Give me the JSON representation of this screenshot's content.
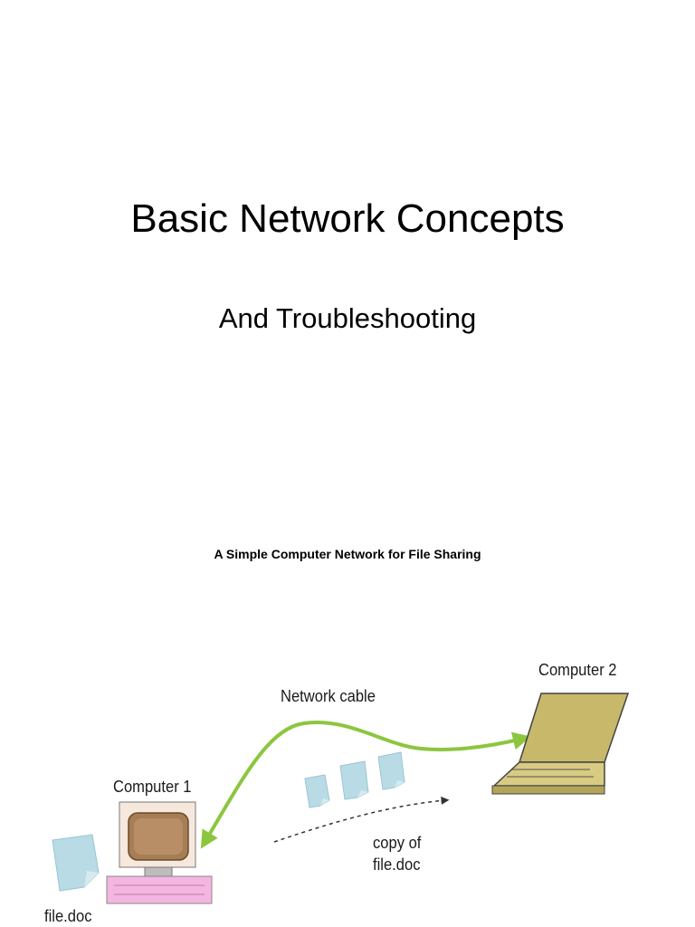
{
  "slide": {
    "title": "Basic Network Concepts",
    "subtitle": "And Troubleshooting"
  },
  "figure": {
    "caption": "A Simple Computer Network for File Sharing",
    "labels": {
      "computer_1": "Computer 1",
      "computer_2": "Computer 2",
      "network_cable": "Network cable",
      "copy_line_1": "copy of",
      "copy_line_2": "file.doc",
      "file_doc": "file.doc"
    },
    "colors": {
      "cable": "#8cc63f",
      "laptop": "#c8b86a",
      "monitor_screen": "#b08860",
      "keyboard": "#f0a8d8",
      "document": "#b9dbe6"
    },
    "icons": [
      "desktop-computer-icon",
      "laptop-icon",
      "document-icon",
      "network-cable-arrow",
      "dashed-copy-arrow"
    ]
  }
}
